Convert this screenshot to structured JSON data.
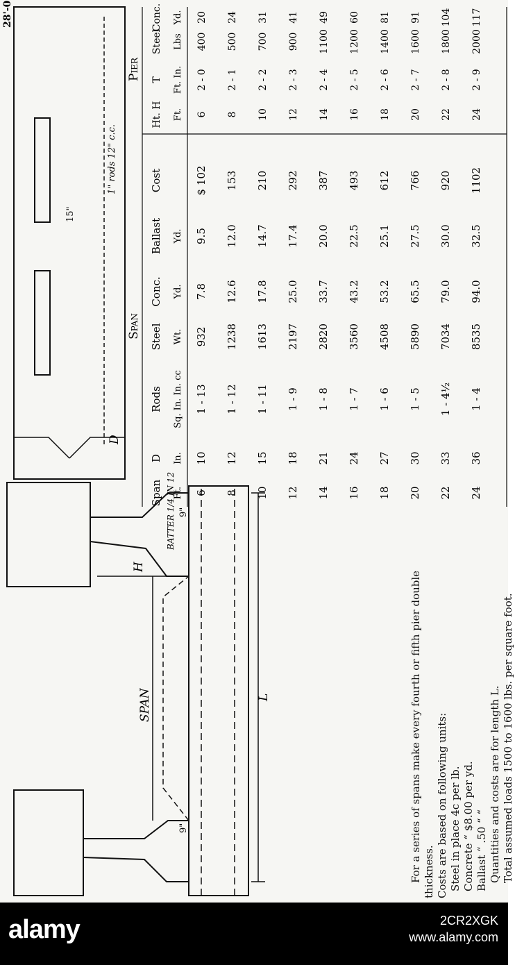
{
  "figure": {
    "pier_length": "28'-0\"",
    "rod_note": "1\" rods 12\" c.c.",
    "dim_15": "15\"",
    "label_D": "D",
    "label_L": "L",
    "label_H": "H",
    "label_span": "SPAN",
    "label_batter": "BATTER 1/4 IN 12",
    "dim_9_left": "9\"",
    "dim_9_right": "9\""
  },
  "notes": {
    "line1": "For a series of spans make every fourth or fifth pier double thickness.",
    "line2": "Costs are based on following units:",
    "steel": "Steel in place 4c per lb.",
    "concrete": "Concrete “   $8.00 per yd.",
    "ballast": "Ballast    “      .50  “   “",
    "line3": "Quantities and costs are for length L.",
    "line4": "Total assumed loads 1500 to 1600 lbs. per square foot."
  },
  "table": {
    "span_group": "Span",
    "pier_group": "Pier",
    "span_headers": [
      "Span",
      "D",
      "Rods",
      "Steel",
      "Conc.",
      "Ballast",
      "Cost"
    ],
    "span_units": [
      "Ft.",
      "In.",
      "Sq. In. In. cc",
      "Wt.",
      "Yd.",
      "Yd.",
      ""
    ],
    "pier_headers": [
      "Ht. H",
      "T",
      "Steel",
      "Conc."
    ],
    "pier_units": [
      "Ft.",
      "Ft. In.",
      "Lbs",
      "Yd."
    ],
    "span_rows": [
      {
        "span": "6",
        "d": "10",
        "rods": "1  -  13",
        "steel": "932",
        "conc": "7.8",
        "ballast": "9.5",
        "cost": "$ 102"
      },
      {
        "span": "8",
        "d": "12",
        "rods": "1  -  12",
        "steel": "1238",
        "conc": "12.6",
        "ballast": "12.0",
        "cost": "153"
      },
      {
        "span": "10",
        "d": "15",
        "rods": "1  -  11",
        "steel": "1613",
        "conc": "17.8",
        "ballast": "14.7",
        "cost": "210"
      },
      {
        "span": "12",
        "d": "18",
        "rods": "1  -  9",
        "steel": "2197",
        "conc": "25.0",
        "ballast": "17.4",
        "cost": "292"
      },
      {
        "span": "14",
        "d": "21",
        "rods": "1  -  8",
        "steel": "2820",
        "conc": "33.7",
        "ballast": "20.0",
        "cost": "387"
      },
      {
        "span": "16",
        "d": "24",
        "rods": "1  -  7",
        "steel": "3560",
        "conc": "43.2",
        "ballast": "22.5",
        "cost": "493"
      },
      {
        "span": "18",
        "d": "27",
        "rods": "1  -  6",
        "steel": "4508",
        "conc": "53.2",
        "ballast": "25.1",
        "cost": "612"
      },
      {
        "span": "20",
        "d": "30",
        "rods": "1  -  5",
        "steel": "5890",
        "conc": "65.5",
        "ballast": "27.5",
        "cost": "766"
      },
      {
        "span": "22",
        "d": "33",
        "rods": "1  -  4½",
        "steel": "7034",
        "conc": "79.0",
        "ballast": "30.0",
        "cost": "920"
      },
      {
        "span": "24",
        "d": "36",
        "rods": "1  -  4",
        "steel": "8535",
        "conc": "94.0",
        "ballast": "32.5",
        "cost": "1102"
      }
    ],
    "pier_rows": [
      {
        "h": "6",
        "t": "2 - 0",
        "steel": "400",
        "conc": "20"
      },
      {
        "h": "8",
        "t": "2 - 1",
        "steel": "500",
        "conc": "24"
      },
      {
        "h": "10",
        "t": "2 - 2",
        "steel": "700",
        "conc": "31"
      },
      {
        "h": "12",
        "t": "2 - 3",
        "steel": "900",
        "conc": "41"
      },
      {
        "h": "14",
        "t": "2 - 4",
        "steel": "1100",
        "conc": "49"
      },
      {
        "h": "16",
        "t": "2 - 5",
        "steel": "1200",
        "conc": "60"
      },
      {
        "h": "18",
        "t": "2 - 6",
        "steel": "1400",
        "conc": "81"
      },
      {
        "h": "20",
        "t": "2 - 7",
        "steel": "1600",
        "conc": "91"
      },
      {
        "h": "22",
        "t": "2 - 8",
        "steel": "1800",
        "conc": "104"
      },
      {
        "h": "24",
        "t": "2 - 9",
        "steel": "2000",
        "conc": "117"
      }
    ]
  },
  "watermark": {
    "logo": "alamy",
    "image_id": "2CR2XGK",
    "site": "www.alamy.com"
  }
}
